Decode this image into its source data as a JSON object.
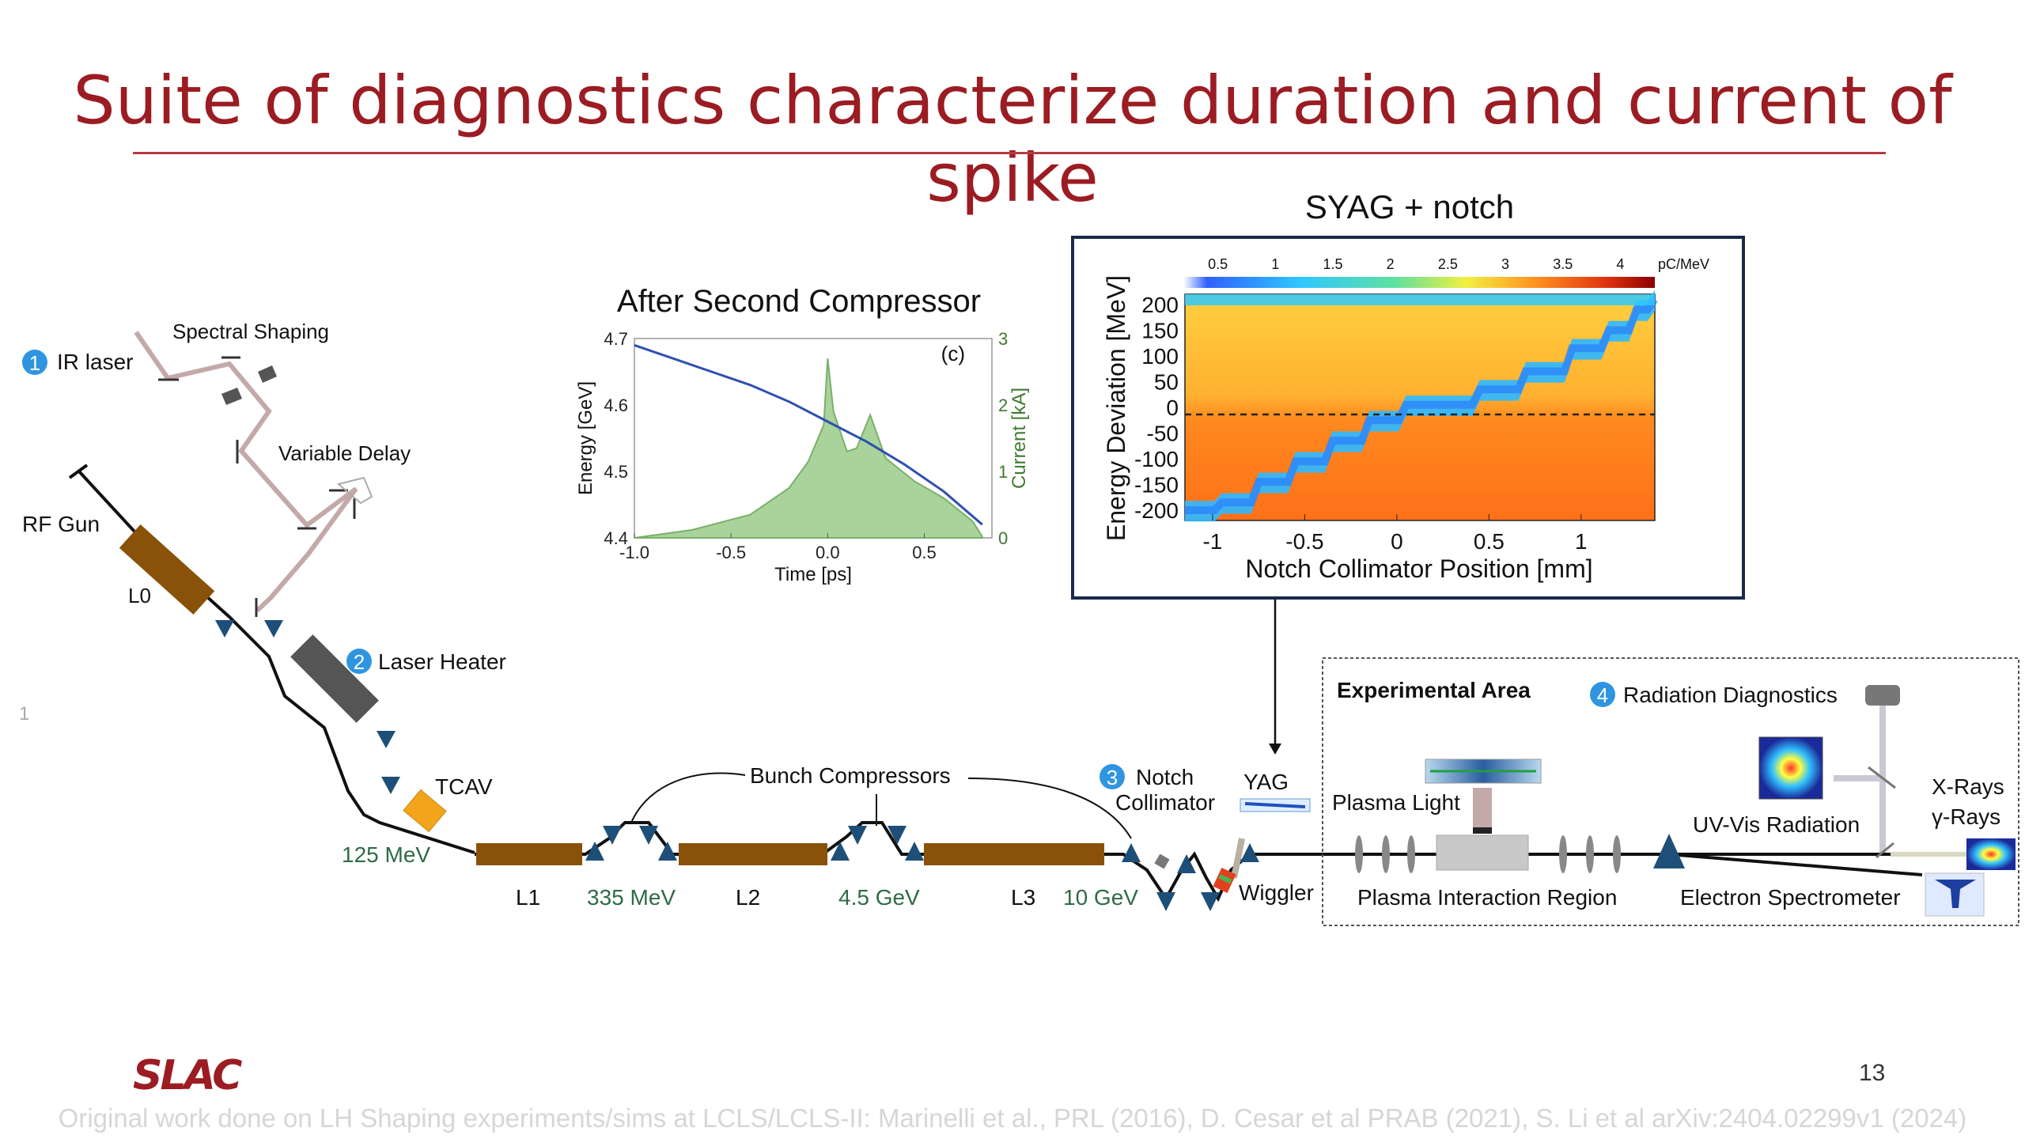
{
  "slide": {
    "title": "Suite of diagnostics characterize duration and current of spike",
    "page_number": "13",
    "citation": "Original work done on LH Shaping experiments/sims at LCLS/LCLS-II: Marinelli et al., PRL (2016), D. Cesar et al PRAB (2021), S. Li et al arXiv:2404.02299v1 (2024)",
    "logo_text": "SLAC"
  },
  "colors": {
    "title": "#9b1c22",
    "linac": "#8a5208",
    "magnet": "#1d4f78",
    "energy_label": "#2f6b45",
    "badge": "#2f95e0",
    "tcav": "#f2a51a",
    "current": "#8cc27c"
  },
  "diagram": {
    "laser": {
      "items": [
        {
          "num": "1",
          "label": "IR laser"
        },
        {
          "label": "Spectral Shaping"
        },
        {
          "label": "Variable Delay"
        }
      ]
    },
    "rf_gun": "RF Gun",
    "l0": "L0",
    "laser_heater": {
      "num": "2",
      "label": "Laser Heater"
    },
    "tcav": "TCAV",
    "e_125": "125 MeV",
    "l1": "L1",
    "e_335": "335 MeV",
    "l2": "L2",
    "e_45": "4.5 GeV",
    "l3": "L3",
    "e_10": "10 GeV",
    "bunch_compressors": "Bunch Compressors",
    "notch": {
      "num": "3",
      "line1": "Notch",
      "line2": "Collimator"
    },
    "yag": "YAG",
    "wiggler": "Wiggler",
    "exp_area": {
      "title": "Experimental Area",
      "rad_num": "4",
      "rad_label": "Radiation Diagnostics",
      "plasma_light": "Plasma Light",
      "plasma_region": "Plasma Interaction Region",
      "uvvis": "UV-Vis Radiation",
      "xrays": "X-Rays",
      "grays": "γ-Rays",
      "spectrometer": "Electron Spectrometer"
    },
    "stray_mark": "1"
  },
  "compressor_plot": {
    "title": "After Second Compressor",
    "panel": "(c)",
    "xlabel": "Time [ps]",
    "ylabel_left": "Energy [GeV]",
    "ylabel_right": "Current [kA]",
    "xticks": [
      "-1.0",
      "-0.5",
      "0.0",
      "0.5"
    ],
    "yticks_left": [
      "4.4",
      "4.5",
      "4.6",
      "4.7"
    ],
    "yticks_right": [
      "0",
      "1",
      "2",
      "3"
    ]
  },
  "syag_plot": {
    "title": "SYAG + notch",
    "xlabel": "Notch Collimator Position [mm]",
    "ylabel": "Energy Deviation [MeV]",
    "xticks": [
      "-1",
      "-0.5",
      "0",
      "0.5",
      "1"
    ],
    "yticks": [
      "200",
      "150",
      "100",
      "50",
      "0",
      "-50",
      "-100",
      "-150",
      "-200"
    ],
    "cbar_ticks": [
      "0.5",
      "1",
      "1.5",
      "2",
      "2.5",
      "3",
      "3.5",
      "4"
    ],
    "cbar_unit": "pC/MeV"
  },
  "chart_data": [
    {
      "type": "line",
      "title": "After Second Compressor",
      "xlabel": "Time [ps]",
      "xlim": [
        -1.0,
        0.85
      ],
      "ylim_left": [
        4.4,
        4.7
      ],
      "ylim_right": [
        0,
        3
      ],
      "series": [
        {
          "x": [
            -1.0,
            -0.7,
            -0.4,
            -0.2,
            -0.1,
            -0.02,
            0.0,
            0.03,
            0.1,
            0.15,
            0.22,
            0.3,
            0.45,
            0.6,
            0.75,
            0.8
          ],
          "y": [
            0.0,
            0.12,
            0.35,
            0.75,
            1.15,
            1.7,
            2.7,
            1.9,
            1.3,
            1.35,
            1.85,
            1.2,
            0.85,
            0.6,
            0.25,
            0.02
          ]
        },
        {
          "x": [
            -1.0,
            -0.8,
            -0.6,
            -0.4,
            -0.2,
            0.0,
            0.2,
            0.4,
            0.6,
            0.8
          ],
          "y": [
            4.69,
            4.67,
            4.65,
            4.63,
            4.605,
            4.575,
            4.545,
            4.51,
            4.47,
            4.42
          ]
        }
      ]
    },
    {
      "type": "heatmap",
      "title": "SYAG + notch",
      "xlabel": "Notch Collimator Position [mm]",
      "ylabel": "Energy Deviation [MeV]",
      "xlim": [
        -1.15,
        1.4
      ],
      "ylim": [
        -220,
        220
      ],
      "colorbar_range": [
        0.2,
        4.3
      ],
      "colorbar_unit": "pC/MeV"
    }
  ]
}
